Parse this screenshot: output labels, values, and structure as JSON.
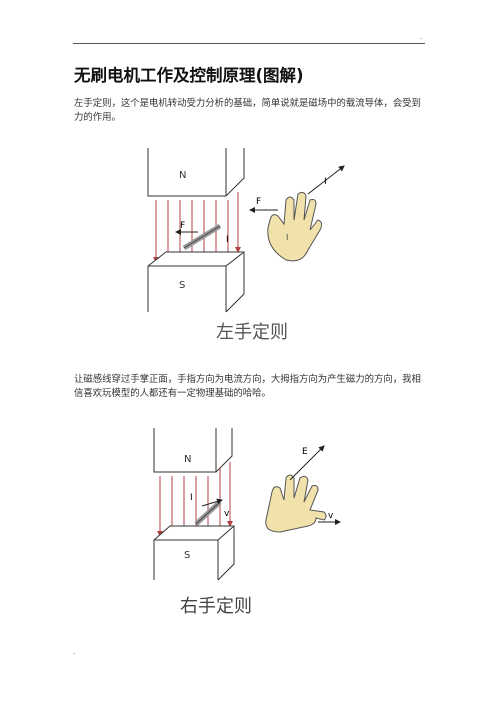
{
  "header": {
    "mark": "."
  },
  "title": "无刷电机工作及控制原理(图解)",
  "paragraphs": [
    "左手定则，这个是电机转动受力分析的基础，简单说就是磁场中的载流导体，会受到力的作用。",
    "让磁感线穿过手掌正面，手指方向为电流方向，大拇指方向为产生磁力的方向，我相信喜欢玩模型的人都还有一定物理基础的哈哈。"
  ],
  "figure1": {
    "labels": {
      "north": "N",
      "south": "S",
      "force": "F",
      "current": "I",
      "force_hand": "F",
      "current_hand": "I"
    },
    "caption": "左手定则"
  },
  "figure2": {
    "labels": {
      "north": "N",
      "south": "S",
      "current": "I",
      "velocity": "v",
      "emf": "E",
      "velocity_hand": "v"
    },
    "caption": "右手定则"
  },
  "footer": {
    "mark": "."
  }
}
